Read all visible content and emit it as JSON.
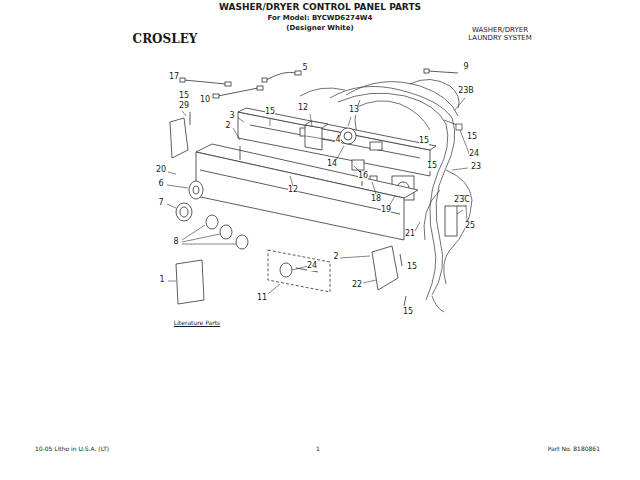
{
  "diagram": {
    "title": "WASHER/DRYER CONTROL PANEL PARTS",
    "labels": [
      "For Model: BYCWD6274W4",
      "(Designer White)",
      "CROSLEY",
      "WASHER/DRYER LAUNDRY SYSTEM",
      "17",
      "10",
      "5",
      "9",
      "15",
      "29",
      "15",
      "12",
      "3",
      "2",
      "13",
      "23B",
      "4",
      "15",
      "15",
      "24",
      "14",
      "16",
      "15",
      "20",
      "12",
      "6",
      "18",
      "19",
      "7",
      "23",
      "23C",
      "25",
      "8",
      "21",
      "2",
      "15",
      "24",
      "22",
      "11",
      "1",
      "Literature Parts",
      "15",
      "10-05 Litho in U.S.A. (LT)",
      "1",
      "Part No. 8180861"
    ]
  }
}
